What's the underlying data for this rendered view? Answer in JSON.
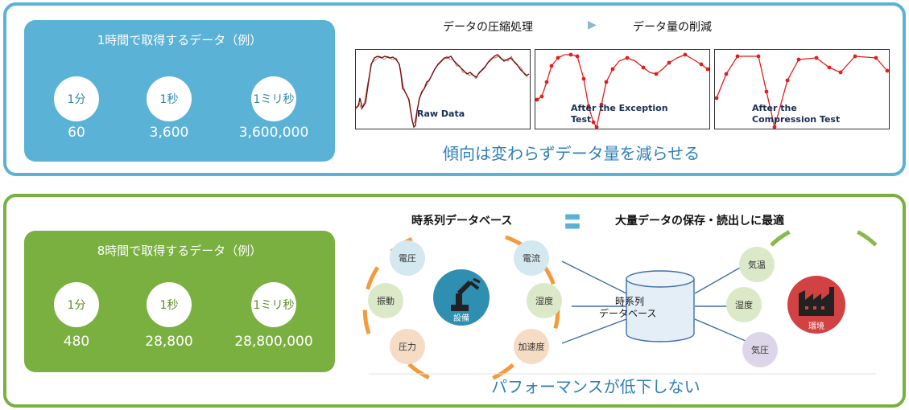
{
  "top": {
    "box_title": "1時間で取得するデータ（例）",
    "items": [
      {
        "unit": "1分",
        "value": "60"
      },
      {
        "unit": "1秒",
        "value": "3,600"
      },
      {
        "unit": "1ミリ秒",
        "value": "3,600,000"
      }
    ],
    "header_left": "データの圧縮処理",
    "header_arrow": "▶",
    "header_right": "データ量の削減",
    "plots": [
      {
        "label": "Raw Data"
      },
      {
        "label_line1": "After the Exception",
        "label_line2": "Test"
      },
      {
        "label_line1": "After the",
        "label_line2": "Compression Test"
      }
    ],
    "caption": "傾向は変わらずデータ量を減らせる"
  },
  "bottom": {
    "box_title": "8時間で取得するデータ（例）",
    "items": [
      {
        "unit": "1分",
        "value": "480"
      },
      {
        "unit": "1秒",
        "value": "28,800"
      },
      {
        "unit": "1ミリ秒",
        "value": "28,800,000"
      }
    ],
    "header_left": "時系列データベース",
    "header_equals": "〓",
    "header_right": "大量データの保存・読出しに最適",
    "left_nodes": [
      "電圧",
      "振動",
      "圧力"
    ],
    "center_left_nodes": [
      "電流",
      "湿度",
      "加速度"
    ],
    "equipment_label": "設備",
    "db_line1": "時系列",
    "db_line2": "データベース",
    "right_nodes": [
      "気温",
      "湿度",
      "気圧"
    ],
    "environment_label": "環境",
    "caption": "パフォーマンスが低下しない"
  },
  "colors": {
    "blue": "#5ab2d6",
    "green": "#7ab040",
    "orange": "#f39a3c",
    "plot_raw": "#7a1010",
    "plot_red": "#e81c1c",
    "env_red": "#d24242",
    "equip_teal": "#2e8fb0"
  }
}
